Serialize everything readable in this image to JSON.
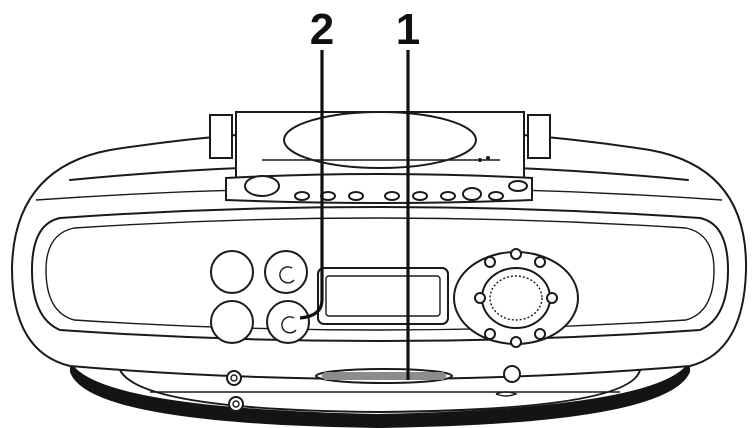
{
  "callouts": {
    "one": "1",
    "two": "2"
  },
  "colors": {
    "line": "#1a1a1a",
    "leader_gray": "#8c8c8c",
    "base_dark": "#141414"
  },
  "icons": {
    "jog_dial": "rotary-knob",
    "disc_lid": "cd-lid",
    "headphone_jack": "jack-socket"
  }
}
